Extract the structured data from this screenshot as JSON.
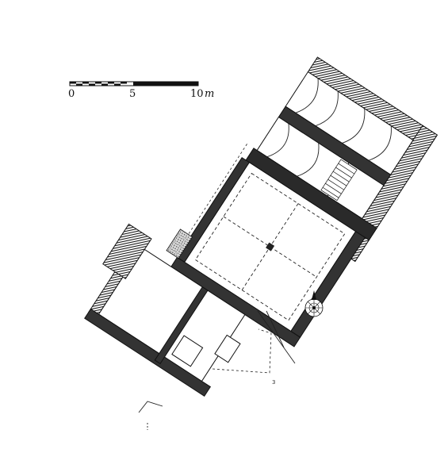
{
  "scale_bar": {
    "labels": [
      "0",
      "5",
      "10"
    ],
    "unit": "m"
  },
  "north_arrow": {
    "icon": "north-arrow-icon"
  },
  "annotations": {
    "small_mark": "3"
  },
  "colors": {
    "ink": "#1a1a1a",
    "wall_hatch": "#2b2b2b",
    "background": "#ffffff"
  }
}
